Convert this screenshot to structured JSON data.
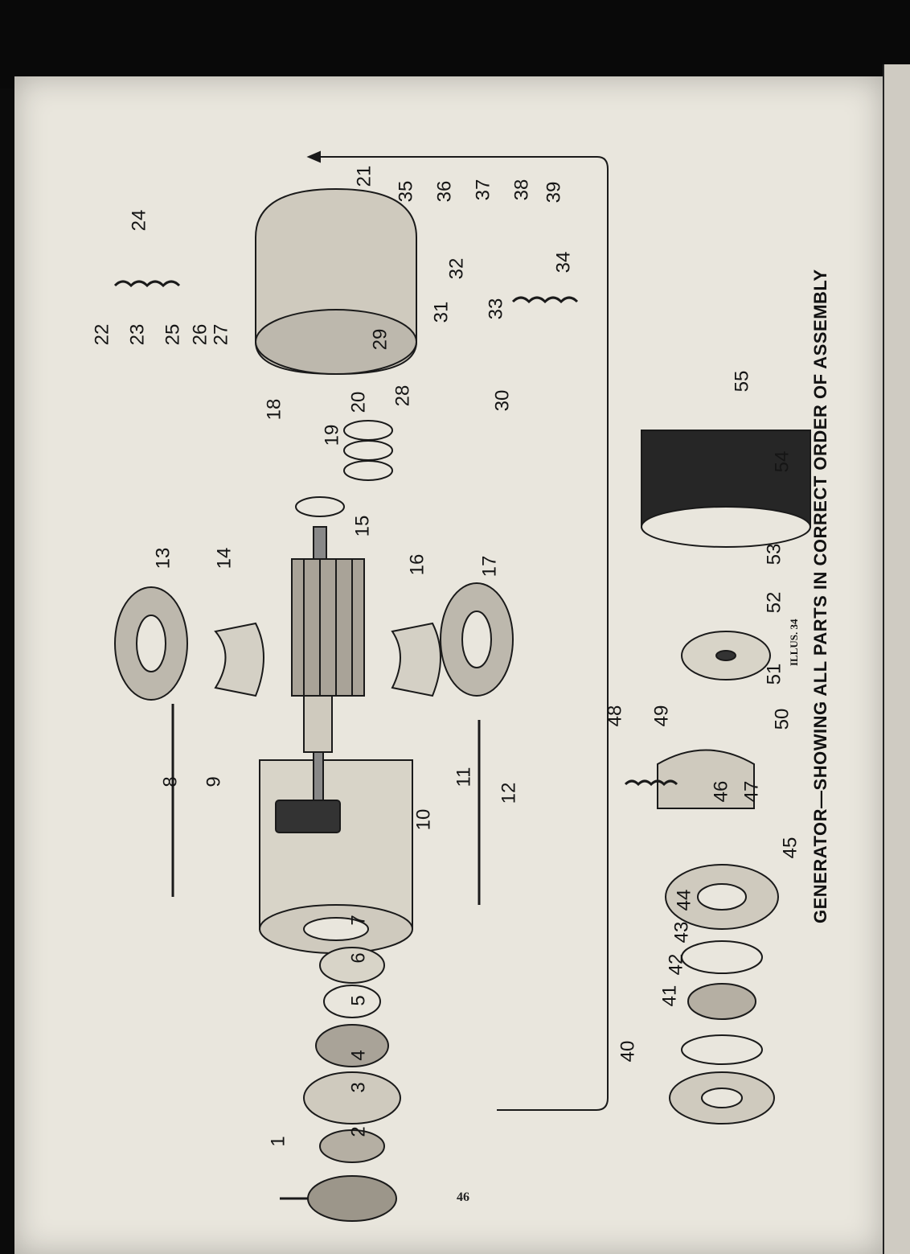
{
  "caption": "GENERATOR—SHOWING ALL PARTS IN CORRECT ORDER OF ASSEMBLY",
  "illustration_label": "ILLUS. 34",
  "page_number": "46",
  "part_numbers": [
    "1",
    "2",
    "3",
    "4",
    "5",
    "6",
    "7",
    "8",
    "9",
    "10",
    "11",
    "12",
    "13",
    "14",
    "15",
    "16",
    "17",
    "18",
    "19",
    "20",
    "21",
    "22",
    "23",
    "24",
    "25",
    "26",
    "27",
    "28",
    "29",
    "30",
    "31",
    "32",
    "33",
    "34",
    "35",
    "36",
    "37",
    "38",
    "39",
    "40",
    "41",
    "42",
    "43",
    "44",
    "45",
    "46",
    "47",
    "48",
    "49",
    "50",
    "51",
    "52",
    "53",
    "54",
    "55"
  ]
}
